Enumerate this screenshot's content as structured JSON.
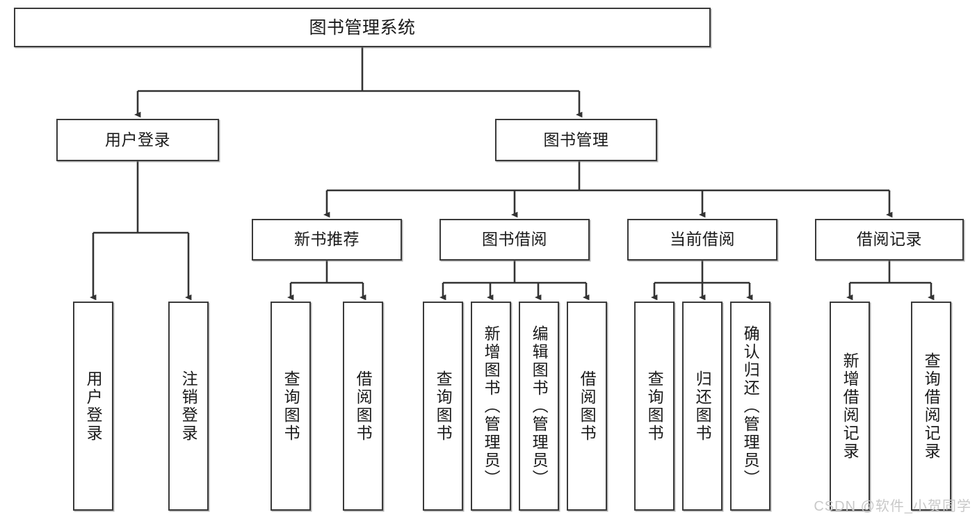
{
  "diagram": {
    "title": "图书管理系统",
    "type": "tree-hierarchy-diagram",
    "colors": {
      "box_border": "#3a3a3a",
      "box_fill": "#ffffff",
      "connector": "#333333",
      "text": "#1a1a1a",
      "watermark": "#c9c9c9",
      "background": "#ffffff"
    },
    "levels": {
      "level1": "系统",
      "level2": "模块",
      "level3": "子模块",
      "level4": "功能"
    }
  },
  "root": {
    "label": "图书管理系统"
  },
  "level2": [
    {
      "label": "用户登录"
    },
    {
      "label": "图书管理"
    }
  ],
  "level3": [
    {
      "label": "新书推荐"
    },
    {
      "label": "图书借阅"
    },
    {
      "label": "当前借阅"
    },
    {
      "label": "借阅记录"
    }
  ],
  "leaves": {
    "user_login": [
      {
        "label": "用户登录"
      },
      {
        "label": "注销登录"
      }
    ],
    "new_book_recommend": [
      {
        "label": "查询图书"
      },
      {
        "label": "借阅图书"
      }
    ],
    "book_borrow": [
      {
        "label": "查询图书"
      },
      {
        "label": "新增图书（管理员）"
      },
      {
        "label": "编辑图书（管理员）"
      },
      {
        "label": "借阅图书"
      }
    ],
    "current_borrow": [
      {
        "label": "查询图书"
      },
      {
        "label": "归还图书"
      },
      {
        "label": "确认归还（管理员）"
      }
    ],
    "borrow_record": [
      {
        "label": "新增借阅记录"
      },
      {
        "label": "查询借阅记录"
      }
    ]
  },
  "watermark": {
    "text": "CSDN @软件_小贺同学"
  }
}
